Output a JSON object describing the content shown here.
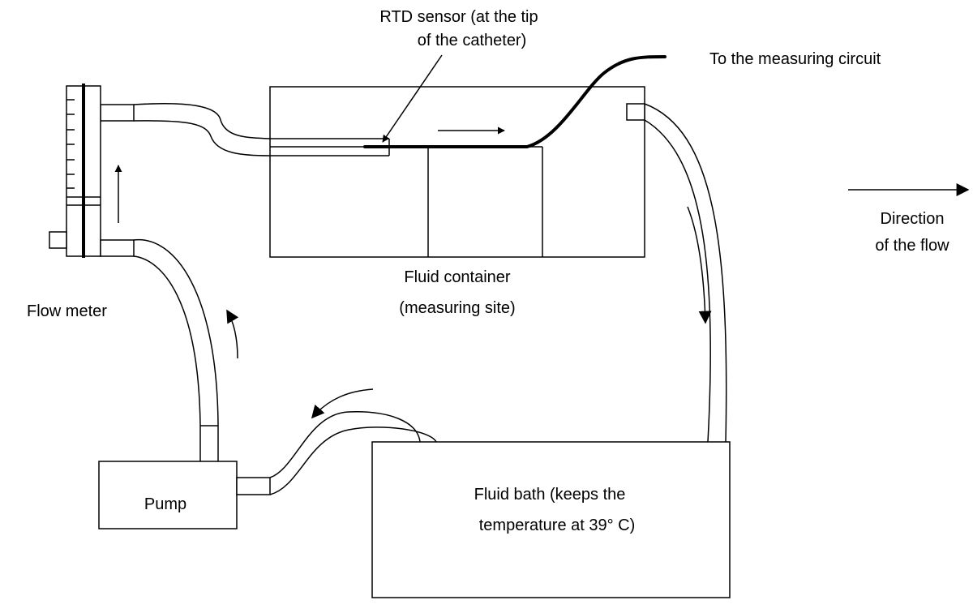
{
  "labels": {
    "rtd_line1": "RTD sensor (at the tip",
    "rtd_line2": "of the catheter)",
    "measuring_circuit": "To the measuring circuit",
    "direction_line1": "Direction",
    "direction_line2": "of the flow",
    "container_line1": "Fluid container",
    "container_line2": "(measuring site)",
    "flow_meter": "Flow meter",
    "pump": "Pump",
    "bath_line1": "Fluid bath (keeps the",
    "bath_line2": "temperature at 39° C)"
  },
  "colors": {
    "stroke": "#000000",
    "background": "#ffffff"
  }
}
